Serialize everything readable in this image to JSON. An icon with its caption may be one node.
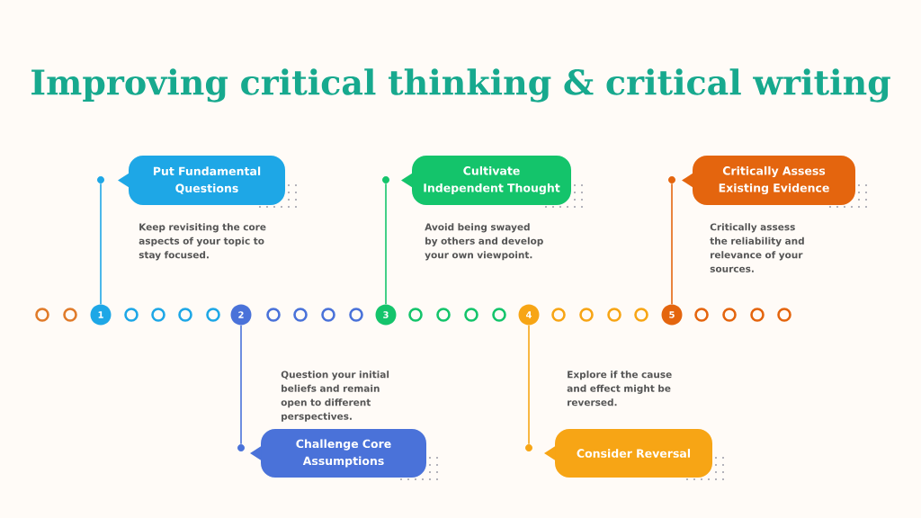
{
  "diagram": {
    "title": "Improving critical thinking & critical writing",
    "nodes": [
      {
        "text": [
          "Put Fundamental Questions"
        ],
        "beside": [
          "Keep revisiting the core aspects of your topic to stay focused."
        ]
      },
      {
        "text": [
          "Challenge Core Assumptions"
        ],
        "beside": [
          "Question your initial beliefs and remain open to different perspectives."
        ]
      },
      {
        "text": [
          "Cultivate Independent Thought"
        ],
        "beside": [
          "Avoid being swayed by others and develop your own viewpoint."
        ]
      },
      {
        "text": [
          "Consider Reversal"
        ],
        "beside": [
          "Explore if the cause and effect might be reversed."
        ]
      },
      {
        "text": [
          "Critically Assess Existing Evidence"
        ],
        "beside": [
          "Critically assess the reliability and relevance of your sources."
        ]
      },
      {
        "text": [],
        "shape": "circle"
      },
      {
        "text": [],
        "shape": "circle"
      },
      {
        "text": [],
        "shape": "circle"
      },
      {
        "text": [],
        "shape": "circle"
      },
      {
        "text": [],
        "shape": "circle"
      },
      {
        "text": [],
        "shape": "circle"
      },
      {
        "text": [],
        "shape": "circle"
      },
      {
        "text": [
          "1"
        ]
      },
      {
        "text": [],
        "shape": "circle"
      },
      {
        "text": [],
        "shape": "circle"
      },
      {
        "text": [],
        "shape": "circle"
      },
      {
        "text": [],
        "shape": "circle"
      },
      {
        "text": [
          "2"
        ]
      },
      {
        "text": [],
        "shape": "circle"
      },
      {
        "text": [],
        "shape": "circle"
      },
      {
        "text": [],
        "shape": "circle"
      },
      {
        "text": [],
        "shape": "circle"
      },
      {
        "text": [
          "3"
        ]
      },
      {
        "text": [],
        "shape": "circle"
      },
      {
        "text": [],
        "shape": "circle"
      },
      {
        "text": [],
        "shape": "circle"
      },
      {
        "text": [],
        "shape": "circle"
      },
      {
        "text": [
          "4"
        ]
      },
      {
        "text": [],
        "shape": "circle"
      },
      {
        "text": [],
        "shape": "circle"
      },
      {
        "text": [],
        "shape": "circle"
      },
      {
        "text": [],
        "shape": "circle"
      },
      {
        "text": [
          "5"
        ]
      },
      {
        "text": [],
        "shape": "circle"
      },
      {
        "text": [],
        "shape": "circle"
      },
      {
        "text": [],
        "shape": "circle"
      },
      {
        "text": [],
        "shape": "circle"
      }
    ],
    "edges": [
      {
        "from": 12,
        "to": 5,
        "arrow": "none",
        "color": "#1ea7e6"
      },
      {
        "from": 17,
        "to": 6,
        "arrow": "none",
        "color": "#4a72d9"
      },
      {
        "from": 22,
        "to": 7,
        "arrow": "none",
        "color": "#14c46b"
      },
      {
        "from": 27,
        "to": 8,
        "arrow": "none",
        "color": "#f7a515"
      },
      {
        "from": 32,
        "to": 9,
        "arrow": "none",
        "color": "#e4650e"
      }
    ]
  }
}
